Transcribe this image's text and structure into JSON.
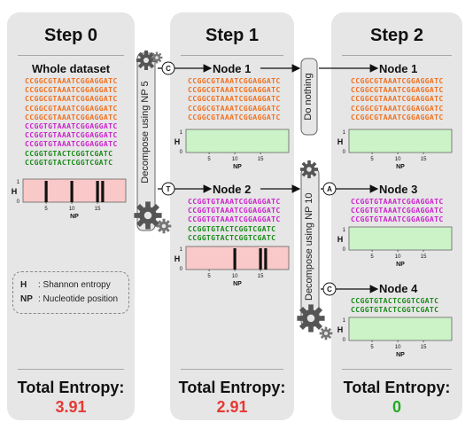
{
  "steps": [
    {
      "title": "Step 0",
      "total_label": "Total Entropy:",
      "total_value": "3.91",
      "total_color": "#e53935"
    },
    {
      "title": "Step 1",
      "total_label": "Total Entropy:",
      "total_value": "2.91",
      "total_color": "#e53935"
    },
    {
      "title": "Step 2",
      "total_label": "Total Entropy:",
      "total_value": "0",
      "total_color": "#22aa22"
    }
  ],
  "colors": {
    "orange": "#f07020",
    "magenta": "#cc22cc",
    "green": "#1a8a1a",
    "pink_plot": "#f9c8c8",
    "green_plot": "#ccf2c8"
  },
  "step0": {
    "label": "Whole dataset",
    "sequences": [
      "CCGGCGTAAATCGGAGGATC",
      "CCGGCGTAAATCGGAGGATC",
      "CCGGCGTAAATCGGAGGATC",
      "CCGGCGTAAATCGGAGGATC",
      "CCGGCGTAAATCGGAGGATC",
      "CCGGTGTAAATCGGAGGATC",
      "CCGGTGTAAATCGGAGGATC",
      "CCGGTGTAAATCGGAGGATC",
      "CCGGTGTACTCGGTCGATC",
      "CCGGTGTACTCGGTCGATC"
    ],
    "seq_colors": [
      "orange",
      "orange",
      "orange",
      "orange",
      "orange",
      "magenta",
      "magenta",
      "magenta",
      "green",
      "green"
    ],
    "plot": {
      "ylabel": "H",
      "xlabel": "NP",
      "y_ticks": [
        "1",
        "0"
      ],
      "x_ticks": [
        "5",
        "10",
        "15"
      ],
      "bars": [
        5,
        10,
        15,
        16
      ]
    }
  },
  "step1": {
    "node1": {
      "label": "Node 1",
      "sequences": [
        "CCGGCGTAAATCGGAGGATC",
        "CCGGCGTAAATCGGAGGATC",
        "CCGGCGTAAATCGGAGGATC",
        "CCGGCGTAAATCGGAGGATC",
        "CCGGCGTAAATCGGAGGATC"
      ],
      "seq_colors": [
        "orange",
        "orange",
        "orange",
        "orange",
        "orange"
      ],
      "plot": {
        "ylabel": "H",
        "xlabel": "NP",
        "y_ticks": [
          "1",
          "0"
        ],
        "x_ticks": [
          "5",
          "10",
          "15"
        ],
        "bars": []
      }
    },
    "node2": {
      "label": "Node 2",
      "sequences": [
        "CCGGTGTAAATCGGAGGATC",
        "CCGGTGTAAATCGGAGGATC",
        "CCGGTGTAAATCGGAGGATC",
        "CCGGTGTACTCGGTCGATC",
        "CCGGTGTACTCGGTCGATC"
      ],
      "seq_colors": [
        "magenta",
        "magenta",
        "magenta",
        "green",
        "green"
      ],
      "plot": {
        "ylabel": "H",
        "xlabel": "NP",
        "y_ticks": [
          "1",
          "0"
        ],
        "x_ticks": [
          "5",
          "10",
          "15"
        ],
        "bars": [
          10,
          15,
          16
        ]
      }
    }
  },
  "step2": {
    "node1": {
      "label": "Node 1",
      "sequences": [
        "CCGGCGTAAATCGGAGGATC",
        "CCGGCGTAAATCGGAGGATC",
        "CCGGCGTAAATCGGAGGATC",
        "CCGGCGTAAATCGGAGGATC",
        "CCGGCGTAAATCGGAGGATC"
      ],
      "seq_colors": [
        "orange",
        "orange",
        "orange",
        "orange",
        "orange"
      ],
      "plot": {
        "ylabel": "H",
        "xlabel": "NP",
        "y_ticks": [
          "1",
          "0"
        ],
        "x_ticks": [
          "5",
          "10",
          "15"
        ],
        "bars": []
      }
    },
    "node3": {
      "label": "Node 3",
      "sequences": [
        "CCGGTGTAAATCGGAGGATC",
        "CCGGTGTAAATCGGAGGATC",
        "CCGGTGTAAATCGGAGGATC"
      ],
      "seq_colors": [
        "magenta",
        "magenta",
        "magenta"
      ],
      "plot": {
        "ylabel": "H",
        "xlabel": "NP",
        "y_ticks": [
          "1",
          "0"
        ],
        "x_ticks": [
          "5",
          "10",
          "15"
        ],
        "bars": []
      }
    },
    "node4": {
      "label": "Node 4",
      "sequences": [
        "CCGGTGTACTCGGTCGATC",
        "CCGGTGTACTCGGTCGATC"
      ],
      "seq_colors": [
        "green",
        "green"
      ],
      "plot": {
        "ylabel": "H",
        "xlabel": "NP",
        "y_ticks": [
          "1",
          "0"
        ],
        "x_ticks": [
          "5",
          "10",
          "15"
        ],
        "bars": []
      }
    }
  },
  "decompose1": {
    "text": "Decompose using NP 5",
    "badge_top": "C",
    "badge_bottom": "T"
  },
  "decompose2": {
    "text": "Decompose using NP 10",
    "badge_top": "A",
    "badge_bottom": "C"
  },
  "do_nothing": {
    "text": "Do nothing"
  },
  "legend": {
    "h_key": "H",
    "h_text": ": Shannon entropy",
    "np_key": "NP",
    "np_text": ": Nucleotide position"
  },
  "icons": [
    "gear-icon"
  ]
}
